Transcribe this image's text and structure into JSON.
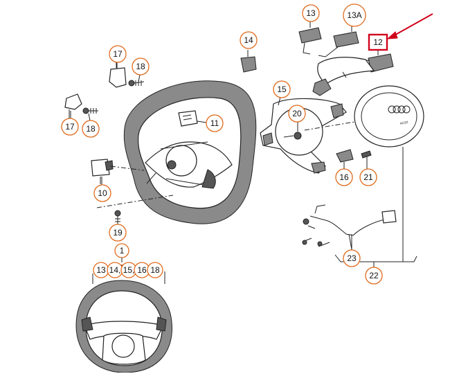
{
  "callouts": {
    "c1": "1",
    "c10": "10",
    "c11": "11",
    "c12": "12",
    "c13": "13",
    "c13a": "13A",
    "c13b": "13",
    "c14": "14",
    "c14b": "14,",
    "c15": "15",
    "c15b": "15,",
    "c16": "16",
    "c16b": "16",
    "c17a": "17",
    "c17b": "17",
    "c18a": "18",
    "c18b": "18",
    "c18c": "18",
    "c19": "19",
    "c20": "20",
    "c21": "21",
    "c22": "22",
    "c23": "23"
  },
  "logo": {
    "brand": "AUDI"
  },
  "colors": {
    "callout_stroke": "#e06a1c",
    "highlight": "#d0021b",
    "arrow": "#d0021b"
  }
}
